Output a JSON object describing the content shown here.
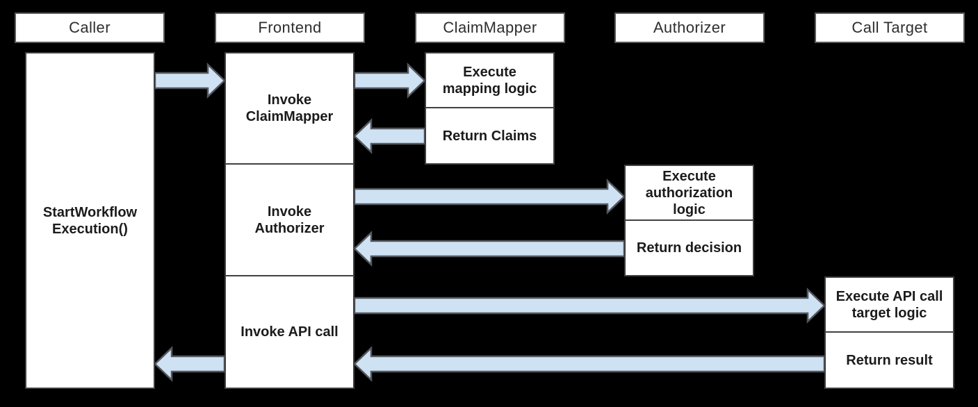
{
  "colors": {
    "background": "#000000",
    "box_fill": "#ffffff",
    "box_border": "#404040",
    "header_border": "#5a5a5a",
    "arrow_fill": "#cfe2f3",
    "arrow_stroke": "#54585e",
    "text_dark": "#1b1b1b",
    "header_text": "#2e2e2e"
  },
  "headers": [
    {
      "label": "Caller"
    },
    {
      "label": "Frontend"
    },
    {
      "label": "ClaimMapper"
    },
    {
      "label": "Authorizer"
    },
    {
      "label": "Call Target"
    }
  ],
  "activities": {
    "caller": [
      {
        "label": [
          "StartWorkflow",
          "Execution()"
        ]
      }
    ],
    "frontend": [
      {
        "label": [
          "Invoke",
          "ClaimMapper"
        ]
      },
      {
        "label": [
          "Invoke",
          "Authorizer"
        ]
      },
      {
        "label": [
          "Invoke API call"
        ]
      }
    ],
    "claimmapper": [
      {
        "label": [
          "Execute",
          "mapping logic"
        ]
      },
      {
        "label": [
          "Return Claims"
        ]
      }
    ],
    "authorizer": [
      {
        "label": [
          "Execute",
          "authorization",
          "logic"
        ]
      },
      {
        "label": [
          "Return decision"
        ]
      }
    ],
    "call_target": [
      {
        "label": [
          "Execute API call",
          "target logic"
        ]
      },
      {
        "label": [
          "Return result"
        ]
      }
    ]
  },
  "edges": [
    {
      "from": "Caller",
      "to": "Frontend"
    },
    {
      "from": "Frontend",
      "to": "ClaimMapper"
    },
    {
      "from": "ClaimMapper",
      "to": "Frontend"
    },
    {
      "from": "Frontend",
      "to": "Authorizer"
    },
    {
      "from": "Authorizer",
      "to": "Frontend"
    },
    {
      "from": "Frontend",
      "to": "Call Target"
    },
    {
      "from": "Call Target",
      "to": "Frontend"
    },
    {
      "from": "Frontend",
      "to": "Caller"
    }
  ]
}
